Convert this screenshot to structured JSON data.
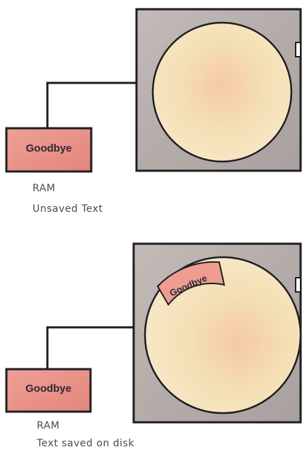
{
  "colors": {
    "ink": "#1e1e22",
    "ram_fill": "#e98f86",
    "disk_housing": "#b7b0ae",
    "disk_platter": "#f4dfb3",
    "label_patch": "#ef9d92"
  },
  "panels": [
    {
      "ram_text": "Goodbye",
      "ram_caption": "RAM",
      "description": "Unsaved Text",
      "disk_text": ""
    },
    {
      "ram_text": "Goodbye",
      "ram_caption": "RAM",
      "description": "Text saved on disk",
      "disk_text": "Goodbye"
    }
  ]
}
